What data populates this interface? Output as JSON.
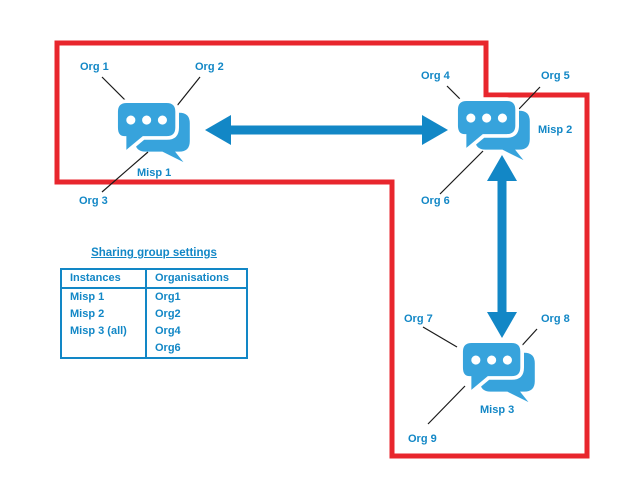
{
  "colors": {
    "red_border": "#e8262d",
    "icon_blue": "#37a3dc",
    "arrow_blue": "#1287c6",
    "text_blue": "#1287c6",
    "connector_black": "#1a1a1a"
  },
  "diagram": {
    "misp1": {
      "label": "Misp 1",
      "orgs": {
        "org1": "Org 1",
        "org2": "Org 2",
        "org3": "Org 3"
      }
    },
    "misp2": {
      "label": "Misp 2",
      "orgs": {
        "org4": "Org 4",
        "org5": "Org 5",
        "org6": "Org 6"
      }
    },
    "misp3": {
      "label": "Misp 3",
      "orgs": {
        "org7": "Org 7",
        "org8": "Org 8",
        "org9": "Org 9"
      }
    }
  },
  "table": {
    "title": "Sharing group settings",
    "headers": [
      "Instances",
      "Organisations"
    ],
    "rows": [
      [
        "Misp 1",
        "Org1"
      ],
      [
        "Misp 2",
        "Org2"
      ],
      [
        "Misp 3 (all)",
        "Org4"
      ],
      [
        "",
        "Org6"
      ]
    ]
  }
}
